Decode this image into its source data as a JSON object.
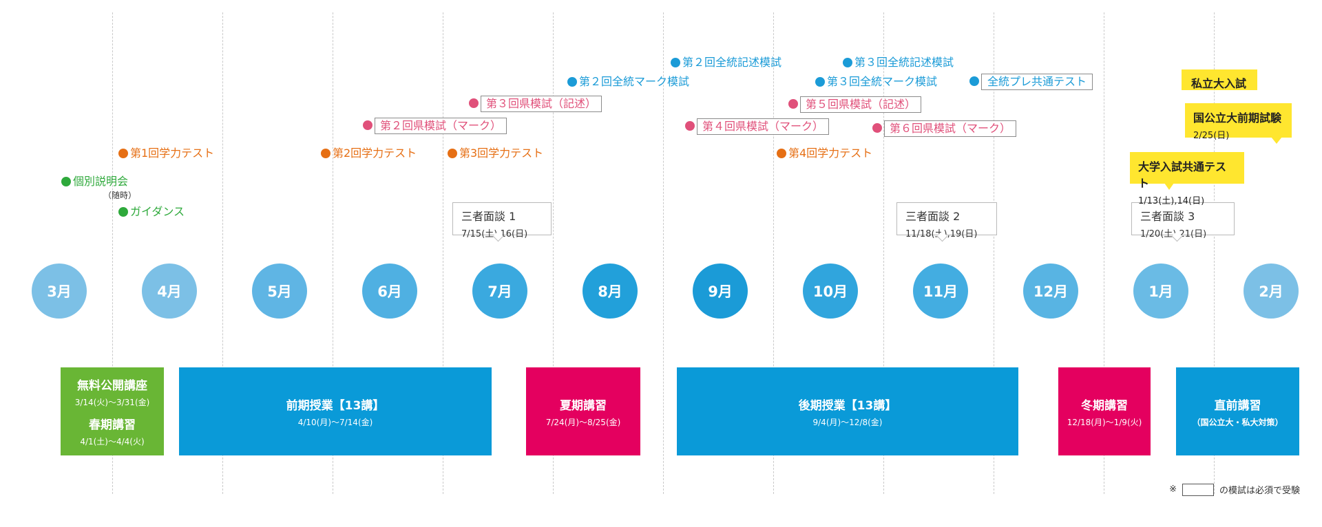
{
  "colors": {
    "month_light": "#7cc0e6",
    "month_mid": "#43ade1",
    "month_dark": "#1b9bd7",
    "bar_blue": "#0a9ad8",
    "bar_pink": "#e4005f",
    "bar_green": "#69b635",
    "event_blue": "#1b9bd7",
    "event_orange": "#e66f14",
    "event_green": "#2ea93b",
    "event_pink": "#e0507a",
    "callout_yellow": "#ffe62f"
  },
  "months": [
    "3月",
    "4月",
    "5月",
    "6月",
    "7月",
    "8月",
    "9月",
    "10月",
    "11月",
    "12月",
    "1月",
    "2月"
  ],
  "events": {
    "kobetsu": "個別説明会",
    "zuiji": "（随時）",
    "guidance": "ガイダンス",
    "gakuryoku1": "第1回学力テスト",
    "gakuryoku2": "第2回学力テスト",
    "gakuryoku3": "第3回学力テスト",
    "gakuryoku4": "第4回学力テスト",
    "ken2": "第２回県模試（マーク）",
    "ken3": "第３回県模試（記述）",
    "ken4": "第４回県模試（マーク）",
    "ken5": "第５回県模試（記述）",
    "ken6": "第６回県模試（マーク）",
    "zento_mark2": "第２回全統マーク模試",
    "zento_kijutsu2": "第２回全統記述模試",
    "zento_kijutsu3": "第３回全統記述模試",
    "zento_mark3": "第３回全統マーク模試",
    "zento_pre": "全統プレ共通テスト"
  },
  "interviews": [
    {
      "title": "三者面談 1",
      "dates": "7/15(土),16(日)"
    },
    {
      "title": "三者面談 2",
      "dates": "11/18(土),19(日)"
    },
    {
      "title": "三者面談 3",
      "dates": "1/20(土),21(日)"
    }
  ],
  "exams": {
    "shiritsu": "私立大入試",
    "kokkoritsu_title": "国公立大前期試験",
    "kokkoritsu_date": "2/25(日)",
    "kyotsu_title": "大学入試共通テスト",
    "kyotsu_date": "1/13(土),14(日)"
  },
  "bars": {
    "muryou_title": "無料公開講座",
    "muryou_dates": "3/14(火)〜3/31(金)",
    "shunki_title": "春期講習",
    "shunki_dates": "4/1(土)〜4/4(火)",
    "zenki_title": "前期授業【13講】",
    "zenki_dates": "4/10(月)〜7/14(金)",
    "kaki_title": "夏期講習",
    "kaki_dates": "7/24(月)〜8/25(金)",
    "kouki_title": "後期授業【13講】",
    "kouki_dates": "9/4(月)〜12/8(金)",
    "touki_title": "冬期講習",
    "touki_dates": "12/18(月)〜1/9(火)",
    "chokuzen_title": "直前講習",
    "chokuzen_sub": "（国公立大・私大対策）"
  },
  "note": {
    "mark": "※",
    "text": "の模試は必須で受験"
  }
}
